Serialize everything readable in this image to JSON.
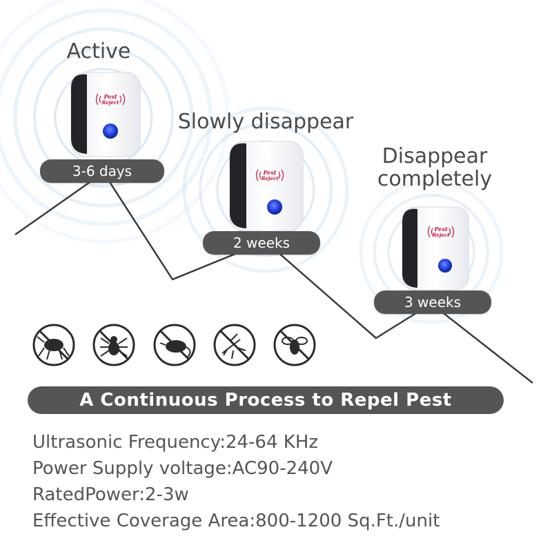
{
  "stages": [
    {
      "title": "Active",
      "duration": "3-6 days",
      "device_text": [
        "Pest",
        "Reject"
      ]
    },
    {
      "title": "Slowly disappear",
      "duration": "2 weeks",
      "device_text": [
        "Pest",
        "Reject"
      ]
    },
    {
      "title_line1": "Disappear",
      "title_line2": "completely",
      "duration": "3 weeks",
      "device_text": [
        "Pest",
        "Reject"
      ]
    }
  ],
  "pest_icons": [
    "flea-icon",
    "spider-icon",
    "rat-icon",
    "mosquito-icon",
    "fly-icon"
  ],
  "banner": "A Continuous Process to Repel Pest",
  "specs": [
    "Ultrasonic Frequency:24-64 KHz",
    "Power Supply voltage:AC90-240V",
    "RatedPower:2-3w",
    "Effective Coverage Area:800-1200 Sq.Ft./unit"
  ],
  "colors": {
    "pill": "#555555",
    "wave": "#9ec3e8",
    "led": "#1f3fe0",
    "logo": "#c8103c",
    "text": "#555555"
  }
}
